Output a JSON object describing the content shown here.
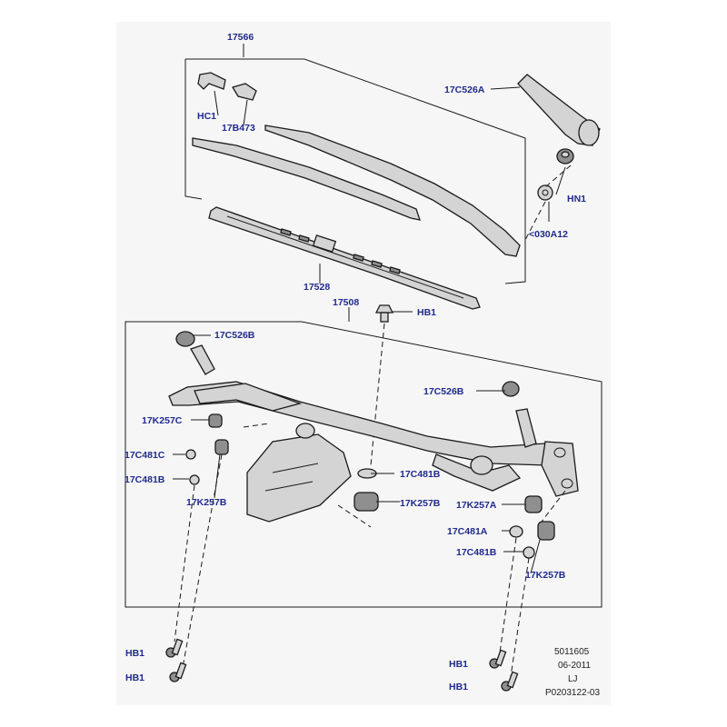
{
  "labels": {
    "l17566": "17566",
    "hc1": "HC1",
    "l17b473": "17B473",
    "l17c526a": "17C526A",
    "hn1": "HN1",
    "l030a12": "<030A12",
    "l17528": "17528",
    "l17508": "17508",
    "hb1_top": "HB1",
    "l17c526b_l": "17C526B",
    "l17c526b_r": "17C526B",
    "l17k257c": "17K257C",
    "l17c481c": "17C481C",
    "l17c481b_l": "17C481B",
    "l17k257b_l": "17K257B",
    "l17c481b_m": "17C481B",
    "l17k257b_m": "17K257B",
    "l17k257a": "17K257A",
    "l17c481a": "17C481A",
    "l17c481b_r": "17C481B",
    "l17k257b_r": "17K257B",
    "hb1_bl1": "HB1",
    "hb1_bl2": "HB1",
    "hb1_br1": "HB1",
    "hb1_br2": "HB1"
  },
  "meta": {
    "ref": "5011605",
    "date": "06-2011",
    "code": "LJ",
    "figure": "P0203122-03"
  }
}
